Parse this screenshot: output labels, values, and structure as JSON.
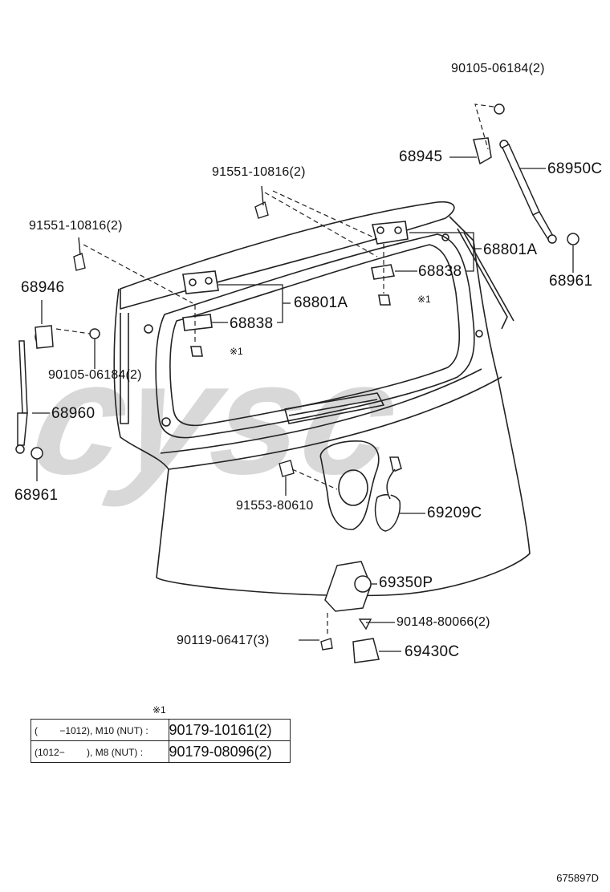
{
  "parts": [
    {
      "id": "p_90105_top",
      "text": "90105-06184(2)"
    },
    {
      "id": "p_68945",
      "text": "68945"
    },
    {
      "id": "p_68950c",
      "text": "68950C"
    },
    {
      "id": "p_91551_mid",
      "text": "91551-10816(2)"
    },
    {
      "id": "p_91551_left",
      "text": "91551-10816(2)"
    },
    {
      "id": "p_68801a_right",
      "text": "68801A"
    },
    {
      "id": "p_68838_right",
      "text": "68838"
    },
    {
      "id": "p_68961_right",
      "text": "68961"
    },
    {
      "id": "p_68946",
      "text": "68946"
    },
    {
      "id": "p_68801a_left",
      "text": "68801A"
    },
    {
      "id": "p_68838_left",
      "text": "68838"
    },
    {
      "id": "p_90105_left",
      "text": "90105-06184(2)"
    },
    {
      "id": "p_68960",
      "text": "68960"
    },
    {
      "id": "p_68961_left",
      "text": "68961"
    },
    {
      "id": "p_91553",
      "text": "91553-80610"
    },
    {
      "id": "p_69209c",
      "text": "69209C"
    },
    {
      "id": "p_69350p",
      "text": "69350P"
    },
    {
      "id": "p_90148",
      "text": "90148-80066(2)"
    },
    {
      "id": "p_90119",
      "text": "90119-06417(3)"
    },
    {
      "id": "p_69430c",
      "text": "69430C"
    }
  ],
  "note_marks": {
    "right": "※1",
    "left": "※1",
    "table": "※1"
  },
  "note_table": {
    "rows": [
      {
        "range": "(　　 −1012), M10 (NUT) :",
        "code": "90179-10161(2)"
      },
      {
        "range": "(1012−　　 ), M8 (NUT) :",
        "code": "90179-08096(2)"
      }
    ]
  },
  "watermark": "cysc",
  "doc_id": "675897D"
}
